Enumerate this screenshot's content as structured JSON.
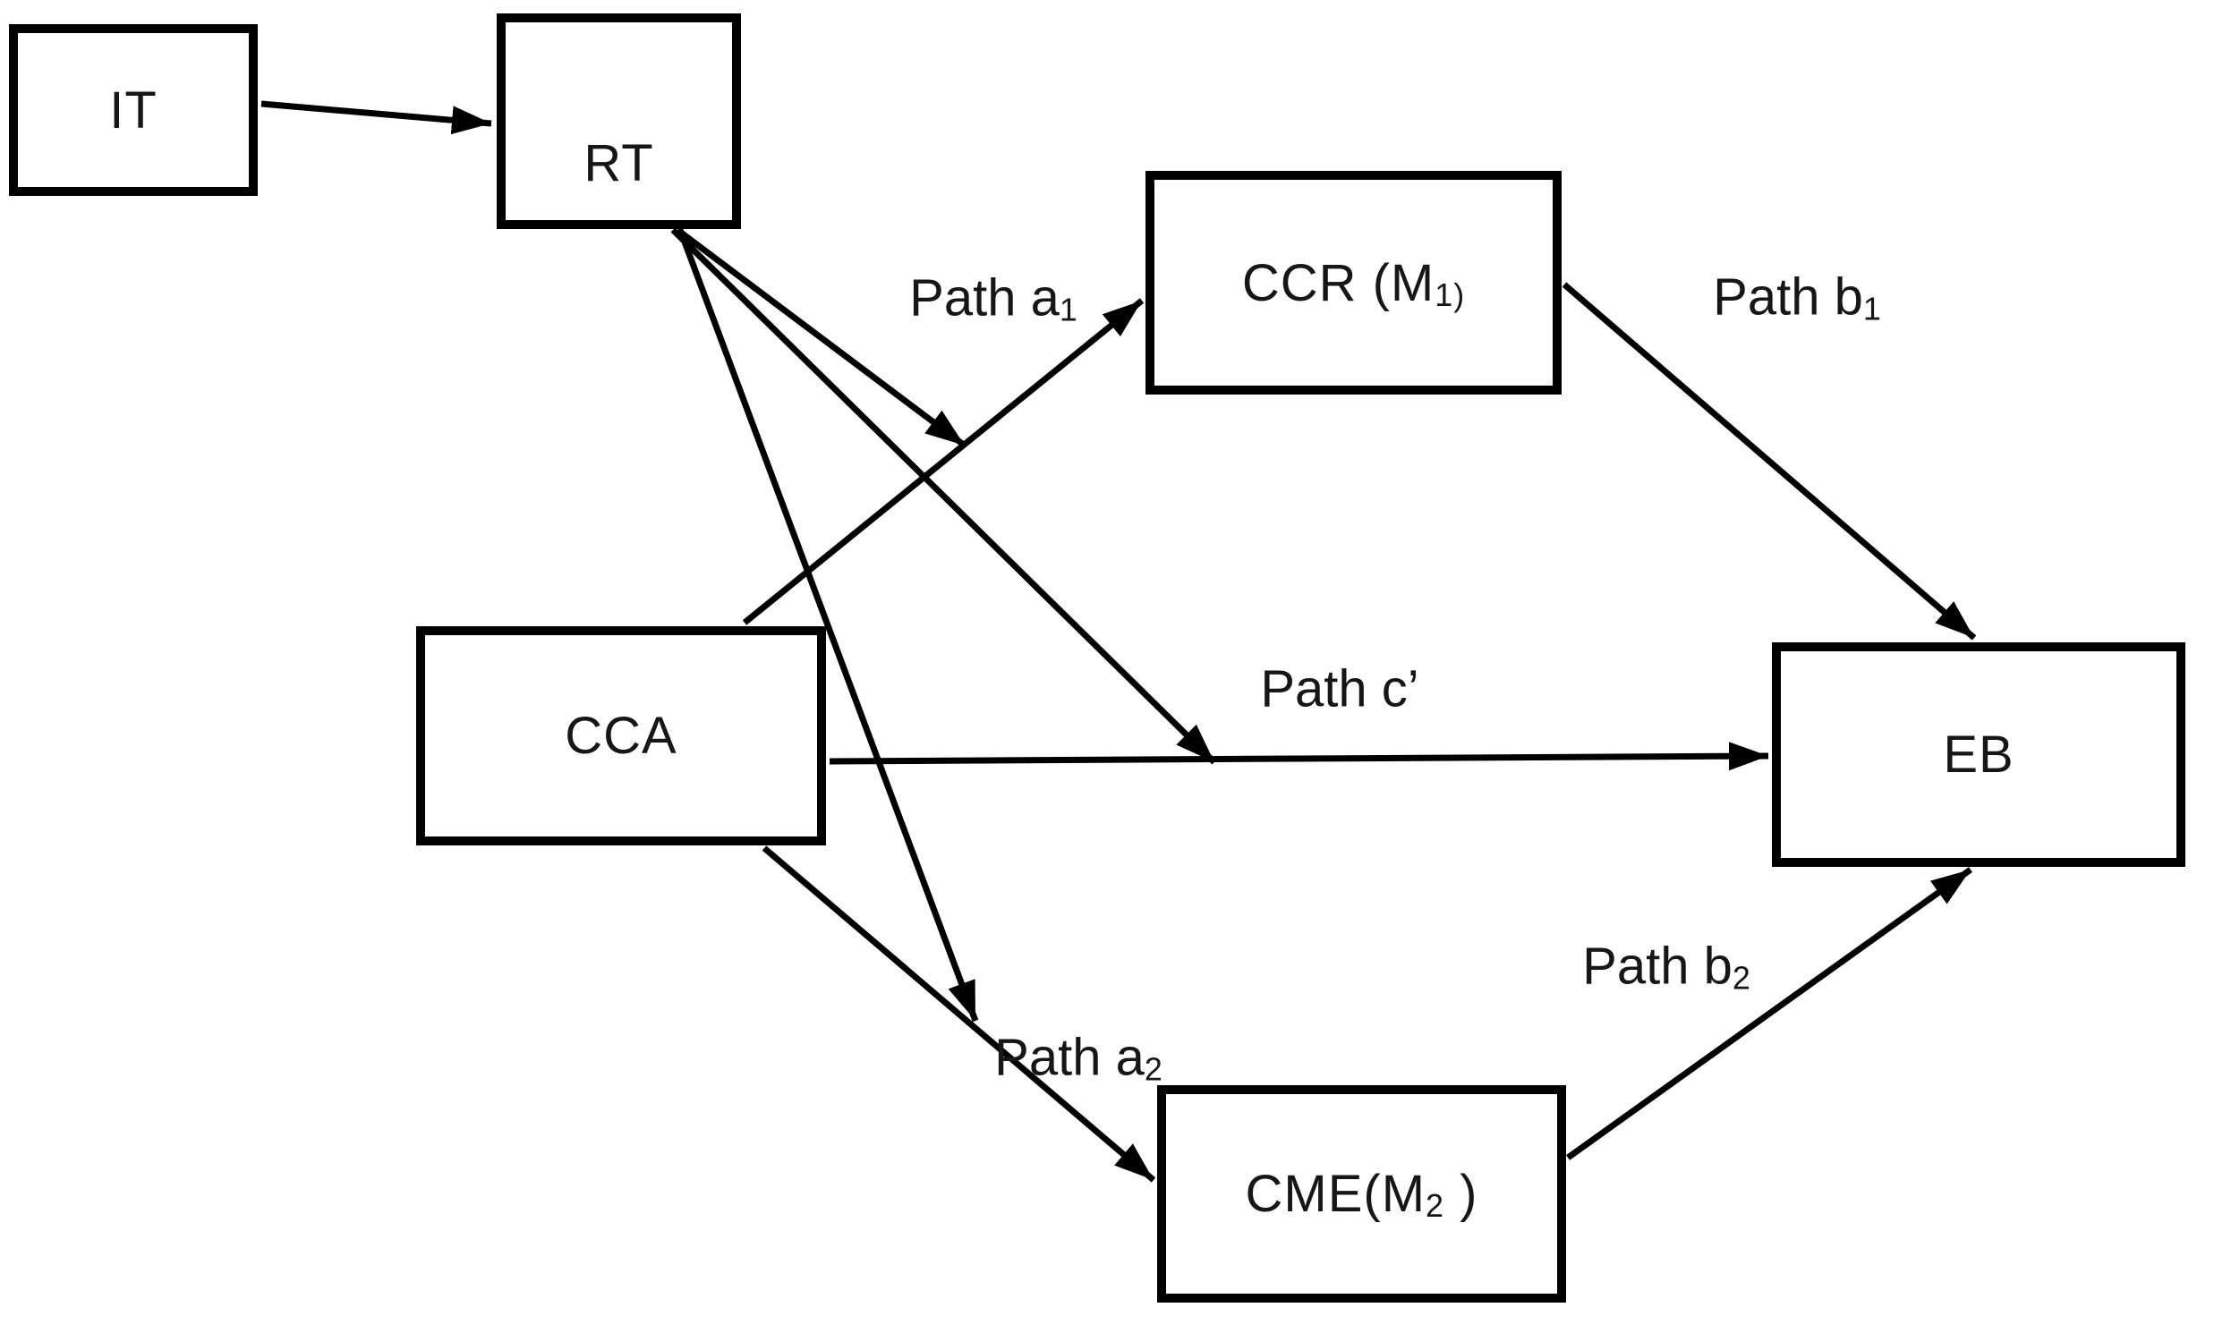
{
  "diagram_type": "moderated-mediation path model",
  "colors": {
    "ink": "#000000",
    "text": "#161616",
    "background": "#ffffff"
  },
  "nodes": [
    {
      "id": "it",
      "label": "IT"
    },
    {
      "id": "rt",
      "label": "RT"
    },
    {
      "id": "ccr",
      "label_main": "CCR (M",
      "label_sub": "1)",
      "label_suffix": ""
    },
    {
      "id": "cca",
      "label": "CCA"
    },
    {
      "id": "eb",
      "label": "EB"
    },
    {
      "id": "cme",
      "label_main": "CME(M",
      "label_sub": "2",
      "label_suffix": " )"
    }
  ],
  "path_labels": [
    {
      "id": "a1",
      "main": "Path a",
      "sub": "1"
    },
    {
      "id": "b1",
      "main": "Path b",
      "sub": "1"
    },
    {
      "id": "c",
      "main": "Path c’",
      "sub": ""
    },
    {
      "id": "a2",
      "main": "Path a",
      "sub": "2"
    },
    {
      "id": "b2",
      "main": "Path b",
      "sub": "2"
    }
  ],
  "edges": [
    {
      "from": "it",
      "to": "rt",
      "label": ""
    },
    {
      "from": "cca",
      "to": "ccr",
      "label": "Path a1"
    },
    {
      "from": "cca",
      "to": "eb",
      "label": "Path c'"
    },
    {
      "from": "cca",
      "to": "cme",
      "label": "Path a2"
    },
    {
      "from": "ccr",
      "to": "eb",
      "label": "Path b1"
    },
    {
      "from": "cme",
      "to": "eb",
      "label": "Path b2"
    },
    {
      "from": "rt",
      "to": "path-a1-line",
      "label": ""
    },
    {
      "from": "rt",
      "to": "path-c-line",
      "label": ""
    },
    {
      "from": "rt",
      "to": "path-a2-line",
      "label": ""
    }
  ]
}
